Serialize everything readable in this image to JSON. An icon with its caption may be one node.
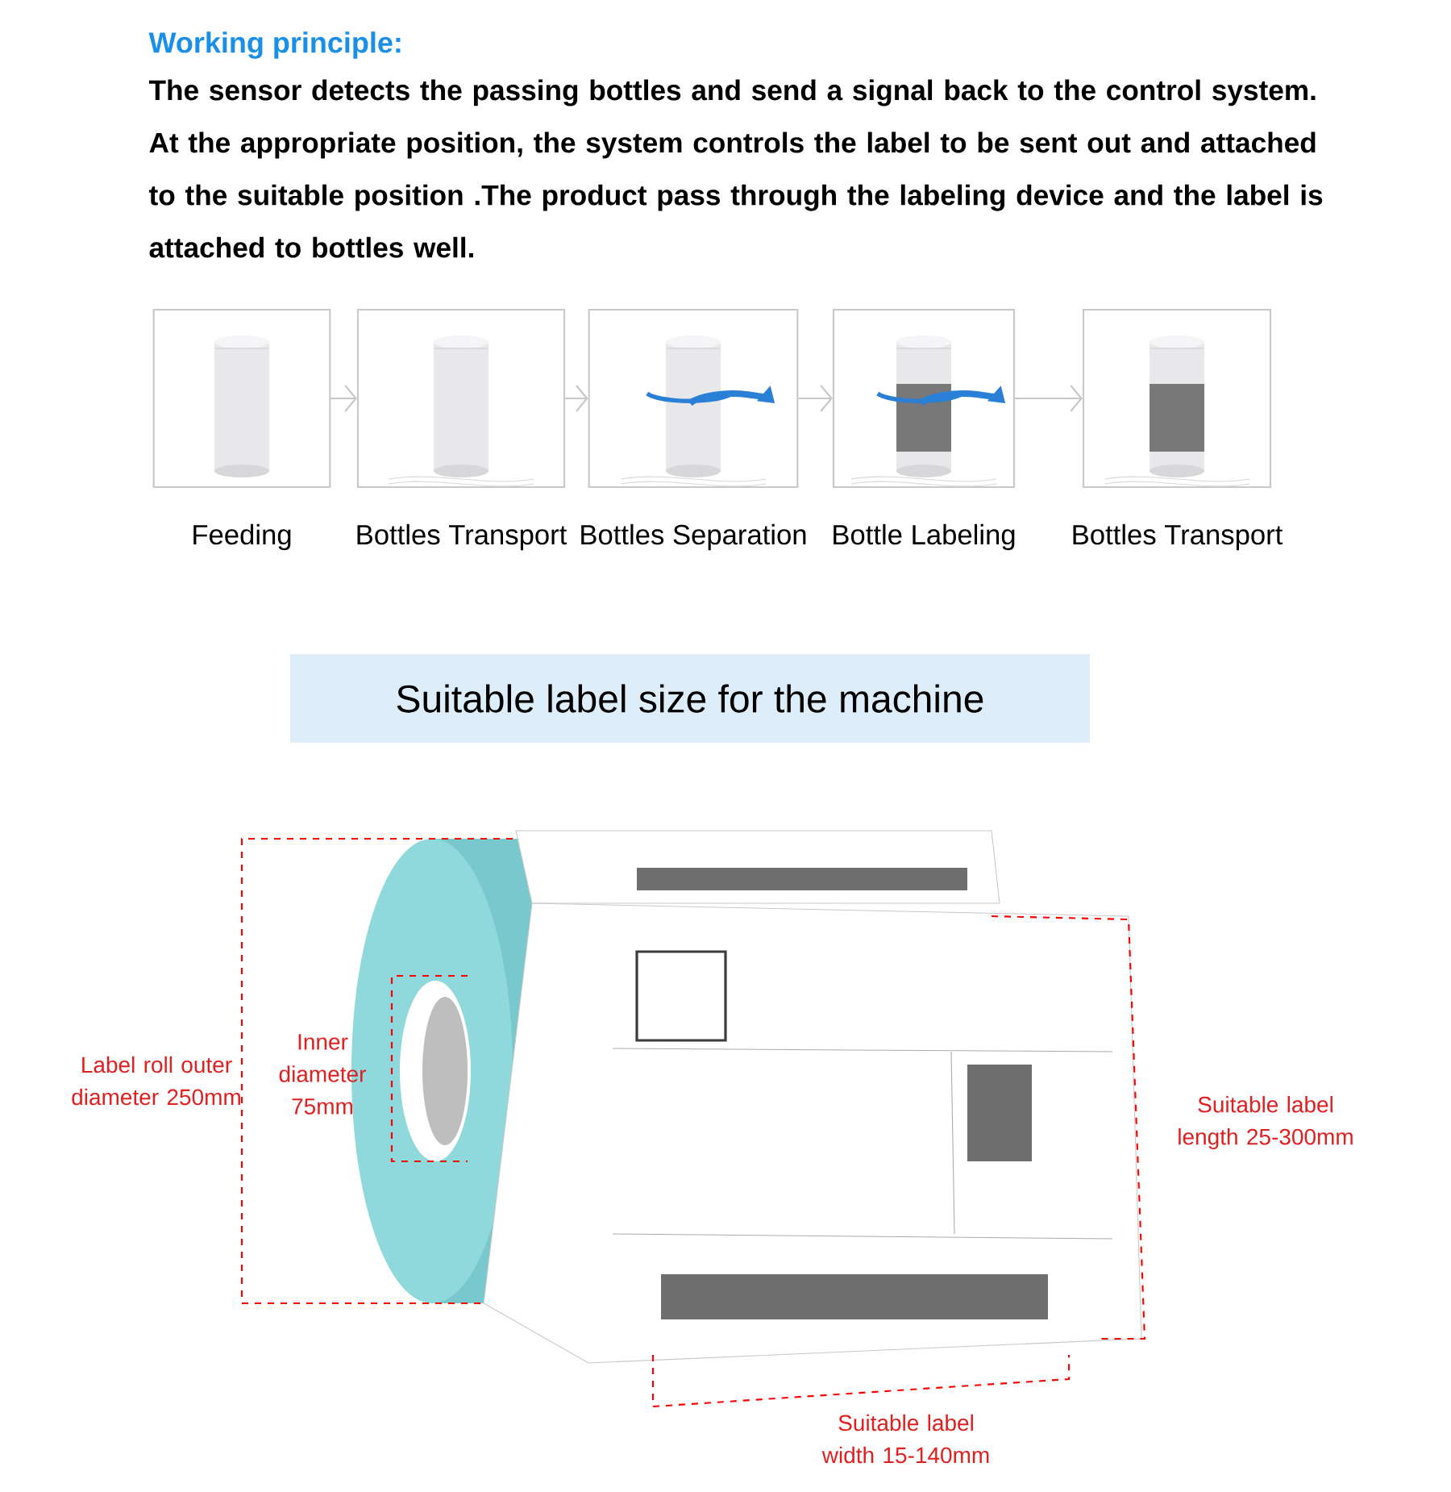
{
  "diagram": {
    "title": "Working principle:",
    "nodes": [
      {
        "text": [
          "Feeding"
        ]
      },
      {
        "text": [
          "Bottles Transport"
        ]
      },
      {
        "text": [
          "Bottles Separation"
        ]
      },
      {
        "text": [
          "Bottle Labeling"
        ]
      },
      {
        "text": [
          "Bottles Transport"
        ]
      },
      {
        "text": [
          "Suitable label size for the machine"
        ]
      }
    ],
    "edges": [
      {
        "from": 0,
        "to": 1,
        "arrow": "to"
      },
      {
        "from": 1,
        "to": 2,
        "arrow": "to"
      },
      {
        "from": 2,
        "to": 3,
        "arrow": "to"
      },
      {
        "from": 3,
        "to": 4,
        "arrow": "to"
      }
    ],
    "labels": [
      "The sensor detects the passing bottles and send a signal back to the control system. At the appropriate position, the system controls the label to be sent out and attached to the suitable position .The product pass through the labeling device and the label is attached to bottles well.",
      "Label roll outer diameter 250mm",
      "Inner diameter 75mm",
      "Suitable label length 25-300mm",
      "Suitable label width 15-140mm"
    ]
  }
}
